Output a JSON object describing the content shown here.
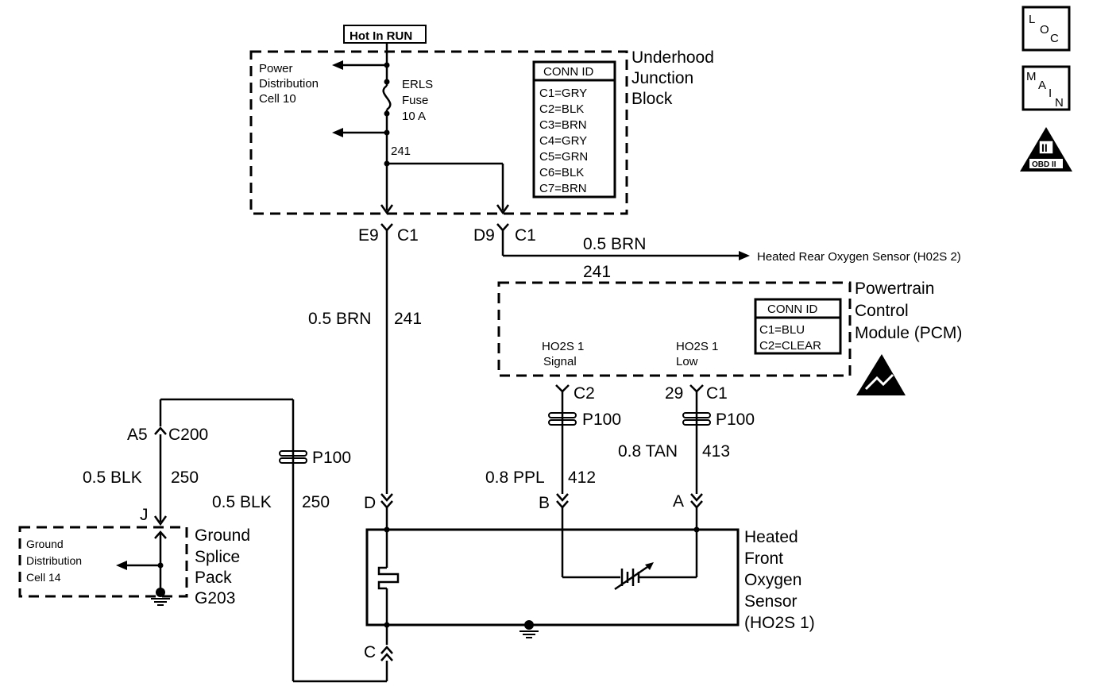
{
  "power": {
    "hot_in_run": "Hot In RUN"
  },
  "ujb": {
    "title_lines": [
      "Underhood",
      "Junction",
      "Block"
    ],
    "pdc_lines": [
      "Power",
      "Distribution",
      "Cell 10"
    ],
    "fuse_lines": [
      "ERLS",
      "Fuse",
      "10 A"
    ],
    "circuit": "241",
    "conn_id_title": "CONN ID",
    "conn_ids": [
      "C1=GRY",
      "C2=BLK",
      "C3=BRN",
      "C4=GRY",
      "C5=GRN",
      "C6=BLK",
      "C7=BRN"
    ]
  },
  "connectors": {
    "e9": "E9",
    "e9_c1": "C1",
    "d9": "D9",
    "d9_c1": "C1",
    "pcm_c2": "C2",
    "pcm_29": "29",
    "pcm_c1": "C1",
    "p100": "P100",
    "a5": "A5",
    "c200": "C200",
    "j": "J",
    "d": "D",
    "b": "B",
    "a": "A",
    "c": "C"
  },
  "wires": {
    "rear_wire": "0.5 BRN",
    "rear_circuit": "241",
    "rear_dest": "Heated Rear Oxygen Sensor (H02S 2)",
    "main_wire": "0.5 BRN",
    "main_circuit": "241",
    "blk1": "0.5 BLK",
    "blk1_circuit": "250",
    "blk2": "0.5 BLK",
    "blk2_circuit": "250",
    "ppl": "0.8 PPL",
    "ppl_circuit": "412",
    "tan": "0.8 TAN",
    "tan_circuit": "413"
  },
  "pcm": {
    "title_lines": [
      "Powertrain",
      "Control",
      "Module (PCM)"
    ],
    "signal_lines": [
      "HO2S 1",
      "Signal"
    ],
    "low_lines": [
      "HO2S 1",
      "Low"
    ],
    "conn_id_title": "CONN ID",
    "conn_ids": [
      "C1=BLU",
      "C2=CLEAR"
    ]
  },
  "ground": {
    "gdc_lines": [
      "Ground",
      "Distribution",
      "Cell 14"
    ],
    "title_lines": [
      "Ground",
      "Splice",
      "Pack",
      "G203"
    ]
  },
  "sensor": {
    "title_lines": [
      "Heated",
      "Front",
      "Oxygen",
      "Sensor",
      "(HO2S 1)"
    ]
  },
  "icons": {
    "loc_letters": [
      "L",
      "O",
      "C"
    ],
    "main_letters": [
      "M",
      "A",
      "I",
      "N"
    ],
    "obd_numeral": "II",
    "obd_label": "OBD II"
  }
}
